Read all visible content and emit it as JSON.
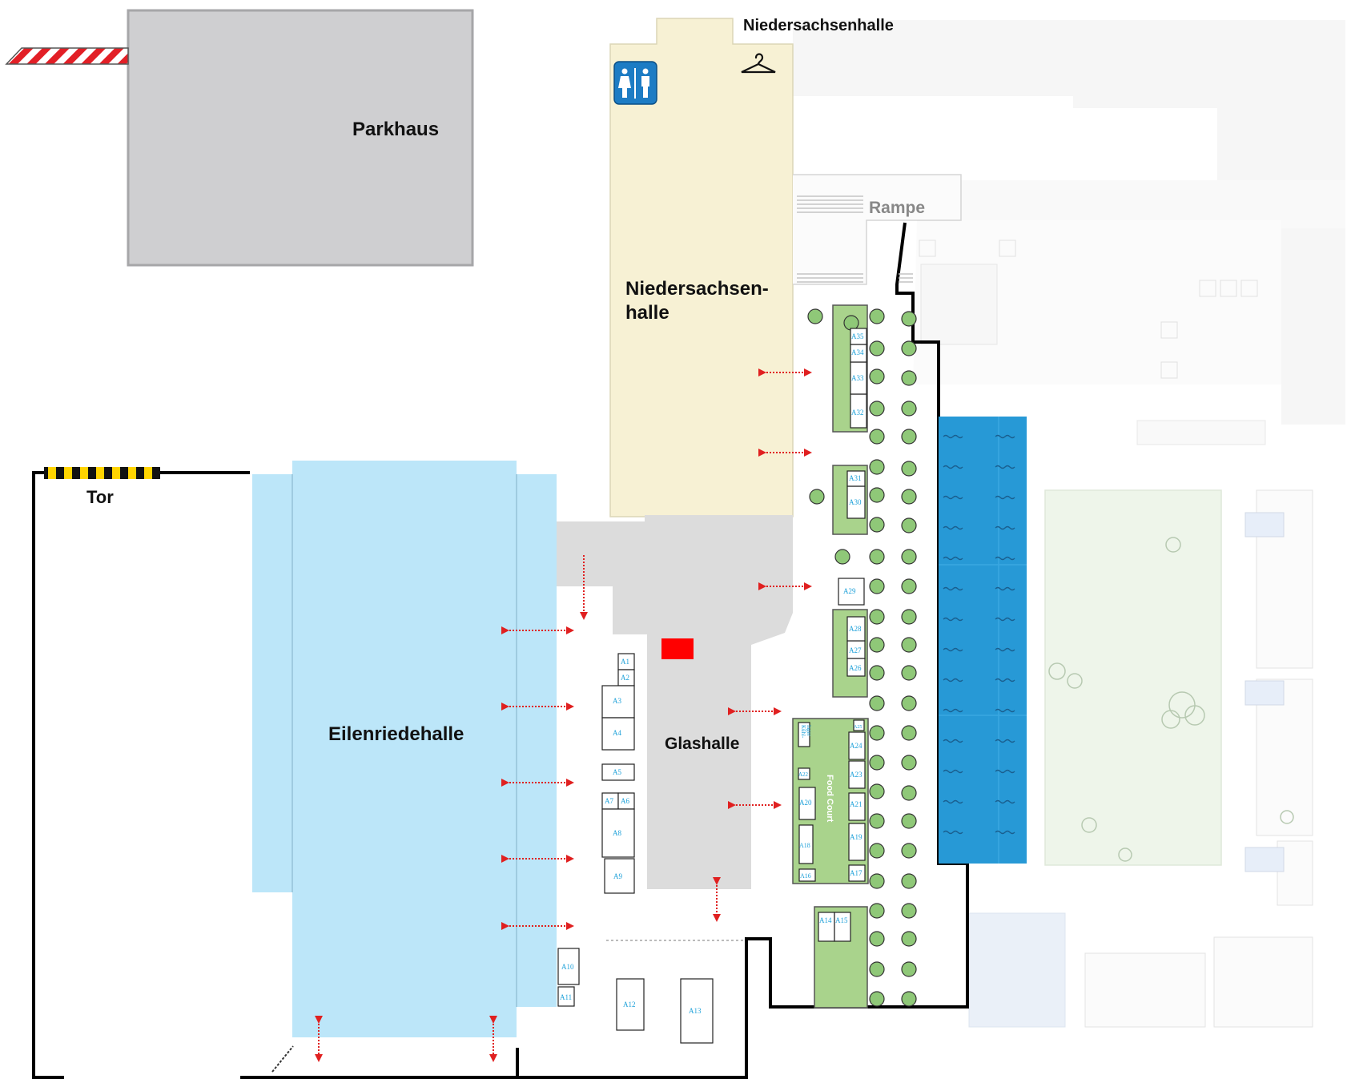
{
  "labels": {
    "parkhaus": "Parkhaus",
    "niedersachsenhalle_top": "Niedersachsenhalle",
    "niedersachsenhalle_line1": "Niedersachsen-",
    "niedersachsenhalle_line2": "halle",
    "rampe": "Rampe",
    "tor": "Tor",
    "eilenriedehalle": "Eilenriedehalle",
    "glashalle": "Glashalle",
    "food_court": "Food Court",
    "kuehl": "Kühl-",
    "lager": "lager"
  },
  "stands": {
    "A1": "A1",
    "A2": "A2",
    "A3": "A3",
    "A4": "A4",
    "A5": "A5",
    "A6": "A6",
    "A7": "A7",
    "A8": "A8",
    "A9": "A9",
    "A10": "A10",
    "A11": "A11",
    "A12": "A12",
    "A13": "A13",
    "A14": "A14",
    "A15": "A15",
    "A16": "A16",
    "A17": "A17",
    "A18": "A18",
    "A19": "A19",
    "A20": "A20",
    "A21": "A21",
    "A22": "A22",
    "A23": "A23",
    "A24": "A24",
    "A25": "A25",
    "A26": "A26",
    "A27": "A27",
    "A28": "A28",
    "A29": "A29",
    "A30": "A30",
    "A31": "A31",
    "A32": "A32",
    "A33": "A33",
    "A34": "A34",
    "A35": "A35"
  },
  "colors": {
    "parkhaus": "#cfcfd1",
    "niedersachsenhalle": "#f7f1d4",
    "eilenriedehalle": "#bce6f9",
    "glashalle": "#dcdcdc",
    "water": "#2799d6",
    "stand_area": "#a9d38c",
    "tree": "#8fc878",
    "background_buildings": "#f6f6f6",
    "lawn": "#eef5ea",
    "boundary": "#000000",
    "arrow": "#e02020",
    "marker": "#ff0000",
    "icon_blue": "#1d7cc4"
  },
  "icons": {
    "toilets": "toilet-icon",
    "wardrobe": "coat-hanger-icon",
    "barrier": "barrier-icon",
    "gate": "gate-icon"
  }
}
